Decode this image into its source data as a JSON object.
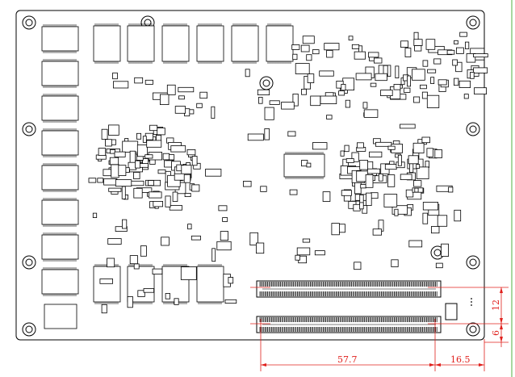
{
  "dimensions": {
    "connector_span": "57.7",
    "edge_offset": "16.5",
    "connector_pitch": "12",
    "edge_to_connector": "6"
  },
  "colors": {
    "outline": "#000000",
    "dimension": "#e0201c",
    "right_edge": "#a8d8a0"
  }
}
